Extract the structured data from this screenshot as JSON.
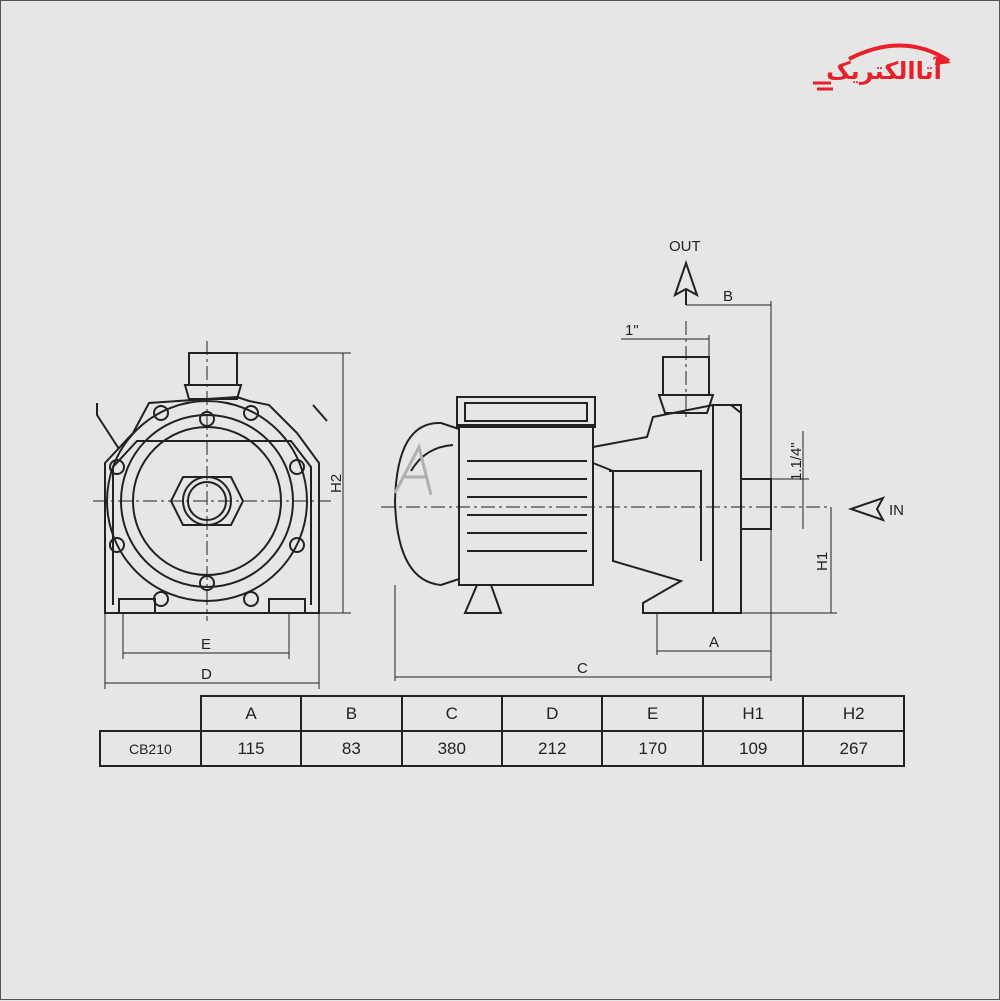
{
  "brand": {
    "logo_text": "آتاالکتریک",
    "color": "#e8202a"
  },
  "diagram": {
    "labels": {
      "out": "OUT",
      "in": "IN",
      "b": "B",
      "a": "A",
      "c": "C",
      "d": "D",
      "e": "E",
      "h1": "H1",
      "h2": "H2",
      "outlet_size": "1\"",
      "inlet_size": "1.1/4\""
    }
  },
  "table": {
    "headers": [
      "A",
      "B",
      "C",
      "D",
      "E",
      "H1",
      "H2"
    ],
    "rows": [
      {
        "model": "CB210",
        "values": [
          "115",
          "83",
          "380",
          "212",
          "170",
          "109",
          "267"
        ]
      }
    ]
  }
}
